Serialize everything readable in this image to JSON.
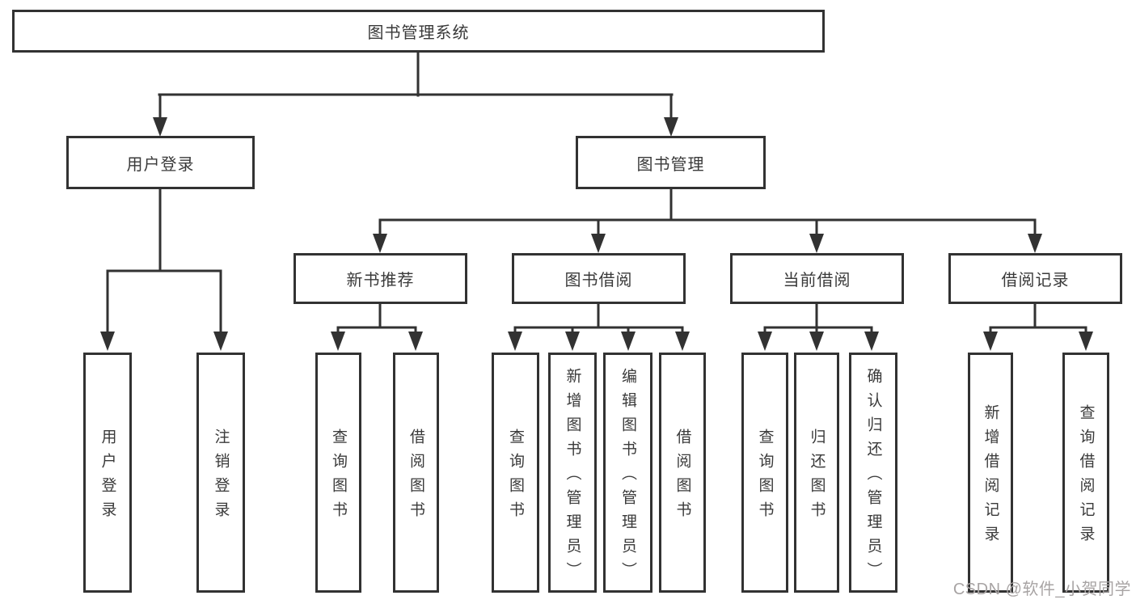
{
  "tree": {
    "label": "图书管理系统",
    "children": [
      {
        "label": "用户登录",
        "children": [
          {
            "label": "用户登录"
          },
          {
            "label": "注销登录"
          }
        ]
      },
      {
        "label": "图书管理",
        "children": [
          {
            "label": "新书推荐",
            "children": [
              {
                "label": "查询图书"
              },
              {
                "label": "借阅图书"
              }
            ]
          },
          {
            "label": "图书借阅",
            "children": [
              {
                "label": "查询图书"
              },
              {
                "label": "新增图书（管理员）"
              },
              {
                "label": "编辑图书（管理员）"
              },
              {
                "label": "借阅图书"
              }
            ]
          },
          {
            "label": "当前借阅",
            "children": [
              {
                "label": "查询图书"
              },
              {
                "label": "归还图书"
              },
              {
                "label": "确认归还（管理员）"
              }
            ]
          },
          {
            "label": "借阅记录",
            "children": [
              {
                "label": "新增借阅记录"
              },
              {
                "label": "查询借阅记录"
              }
            ]
          }
        ]
      }
    ]
  },
  "watermark": {
    "text": "CSDN @软件_小贺同学"
  },
  "colors": {
    "line": "#323232",
    "text": "#3a3a3a",
    "background": "#ffffff",
    "watermark": "#a8a4a4"
  }
}
